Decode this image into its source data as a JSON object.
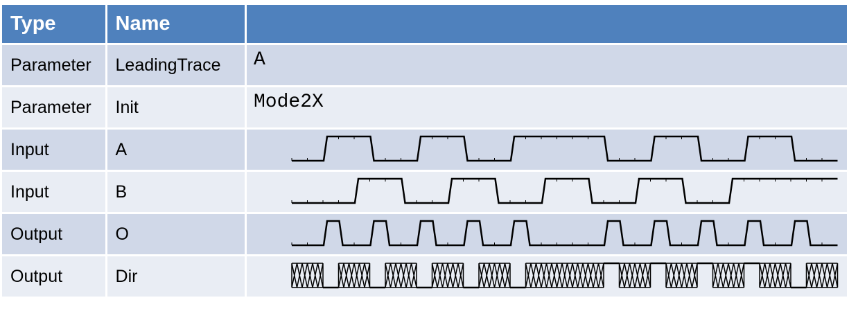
{
  "header": {
    "type": "Type",
    "name": "Name",
    "value": ""
  },
  "rows": [
    {
      "type": "Parameter",
      "name": "LeadingTrace",
      "value": "A"
    },
    {
      "type": "Parameter",
      "name": "Init",
      "value": "Mode2X"
    },
    {
      "type": "Input",
      "name": "A"
    },
    {
      "type": "Input",
      "name": "B"
    },
    {
      "type": "Output",
      "name": "O"
    },
    {
      "type": "Output",
      "name": "Dir"
    }
  ],
  "colors": {
    "header": "#4f81bd",
    "row_odd": "#d0d8e8",
    "row_even": "#e9edf4",
    "trace": "#000000"
  },
  "chart_data": {
    "type": "timing",
    "time_units": 35,
    "signals": [
      {
        "name": "A",
        "kind": "digital",
        "initial": 0,
        "edges": [
          2,
          5,
          8,
          11,
          14,
          20,
          23,
          26,
          29,
          32
        ]
      },
      {
        "name": "B",
        "kind": "digital",
        "initial": 0,
        "edges": [
          4,
          7,
          10,
          13,
          16,
          19,
          22,
          25,
          28
        ]
      },
      {
        "name": "O",
        "kind": "digital",
        "initial": 0,
        "edges": [
          2,
          3,
          5,
          6,
          8,
          9,
          11,
          12,
          14,
          15,
          20,
          21,
          23,
          24,
          26,
          27,
          29,
          30,
          32,
          33
        ]
      },
      {
        "name": "Dir",
        "kind": "bus",
        "unknown_spans": [
          [
            0,
            2
          ],
          [
            3,
            5
          ],
          [
            6,
            8
          ],
          [
            9,
            11
          ],
          [
            12,
            14
          ],
          [
            15,
            20
          ],
          [
            21,
            23
          ],
          [
            24,
            26
          ],
          [
            27,
            29
          ],
          [
            30,
            32
          ],
          [
            33,
            35
          ]
        ],
        "gap_levels": [
          0,
          0,
          0,
          0,
          0,
          1,
          1,
          1,
          1,
          0
        ]
      }
    ]
  }
}
